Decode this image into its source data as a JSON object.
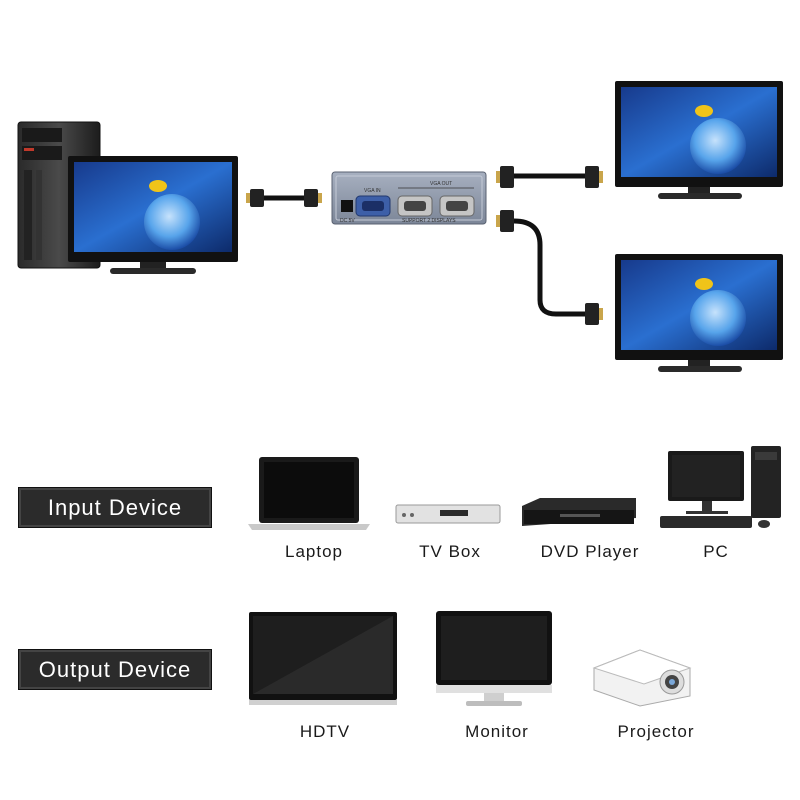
{
  "input_section": {
    "title": "Input Device",
    "devices": [
      {
        "label": "Laptop",
        "icon": "laptop-icon"
      },
      {
        "label": "TV Box",
        "icon": "tv-box-icon"
      },
      {
        "label": "DVD Player",
        "icon": "dvd-player-icon"
      },
      {
        "label": "PC",
        "icon": "desktop-pc-icon"
      }
    ]
  },
  "output_section": {
    "title": "Output Device",
    "devices": [
      {
        "label": "HDTV",
        "icon": "hdtv-icon"
      },
      {
        "label": "Monitor",
        "icon": "monitor-icon"
      },
      {
        "label": "Projector",
        "icon": "projector-icon"
      }
    ]
  },
  "splitter": {
    "port_labels": [
      "DC 5V",
      "VGA IN",
      "VGA OUT",
      "SUPPORT 2 DISPLAYS"
    ]
  },
  "colors": {
    "banner_bg": "#2b2b2b",
    "screen_blue": "#1f4fb0",
    "splitter_body": "#8c96a8",
    "vga_blue": "#3d5fa8"
  }
}
